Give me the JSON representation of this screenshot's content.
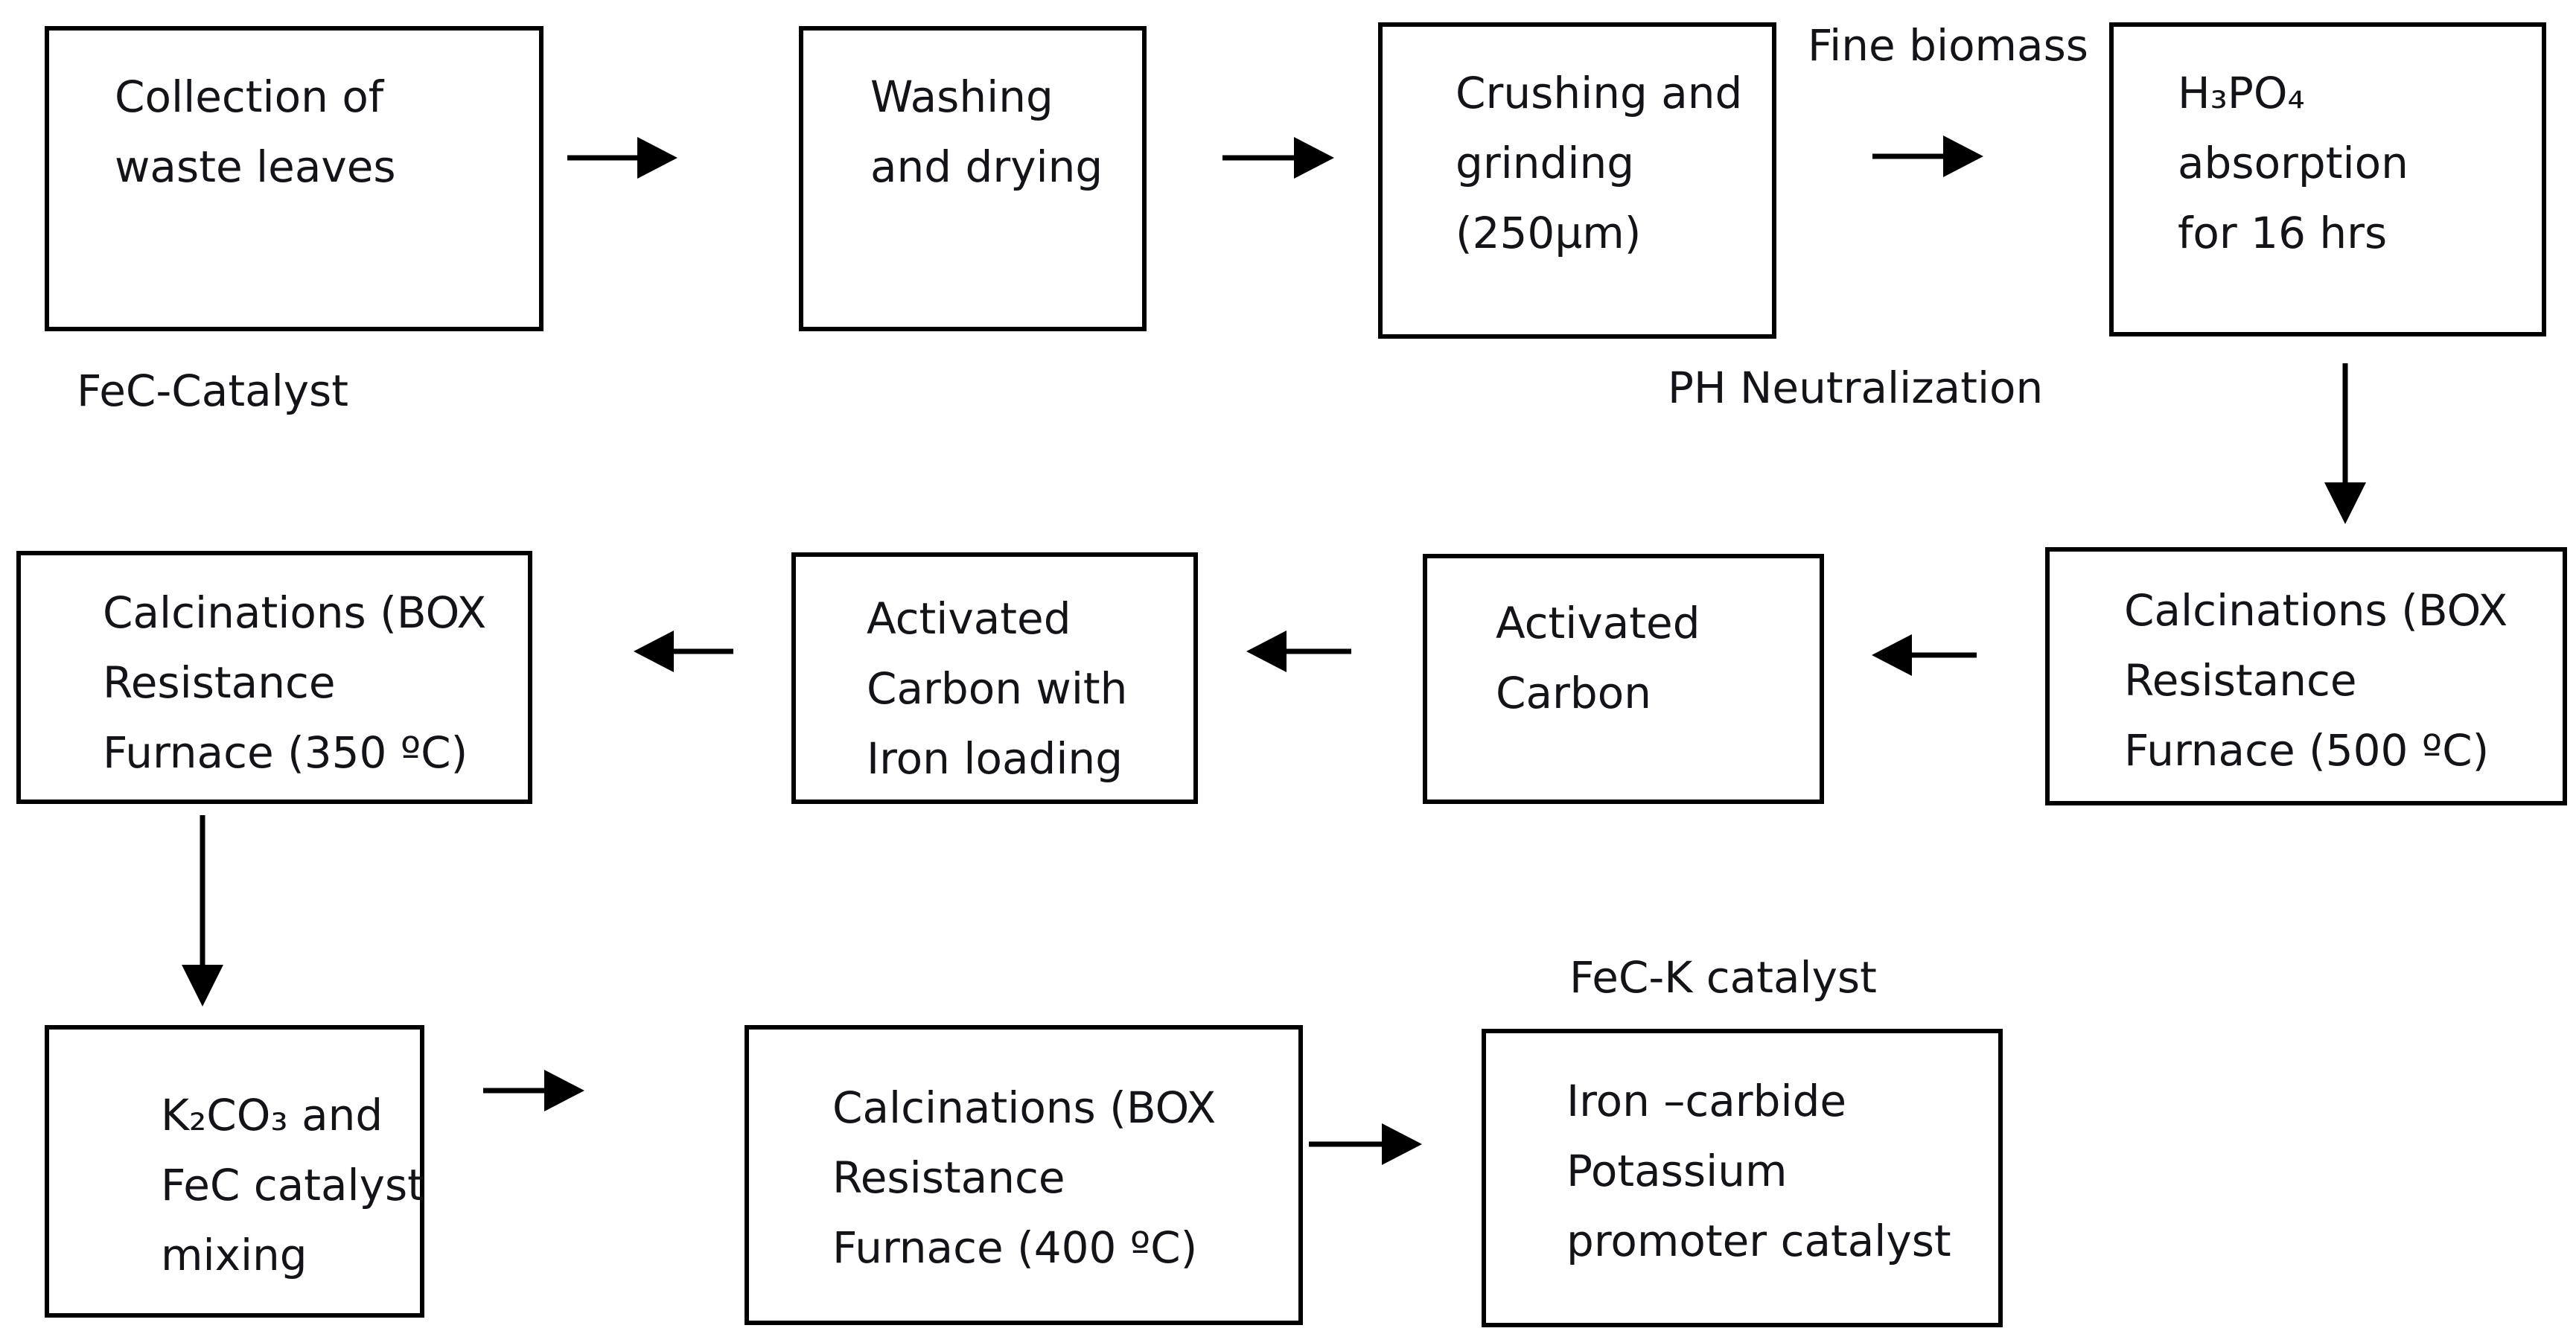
{
  "diagram": {
    "background_color": "#ffffff",
    "line_color": "#000000",
    "text_color": "#141418",
    "boxes": [
      {
        "name": "collection-of-waste-leaves",
        "text": "Collection of\nwaste leaves"
      },
      {
        "name": "washing-and-drying",
        "text": "Washing\nand drying"
      },
      {
        "name": "crushing-and-grinding",
        "text": "Crushing and\ngrinding\n(250µm)"
      },
      {
        "name": "h3po4-absorption",
        "text": "H₃PO₄\nabsorption\nfor 16 hrs"
      },
      {
        "name": "calcination-500",
        "text": "Calcinations (BOX\nResistance\nFurnace (500 ºC)"
      },
      {
        "name": "activated-carbon",
        "text": "Activated\nCarbon"
      },
      {
        "name": "activated-carbon-with-iron-loading",
        "text": "Activated\nCarbon with\nIron loading"
      },
      {
        "name": "calcination-350",
        "text": "Calcinations (BOX\nResistance\nFurnace (350 ºC)"
      },
      {
        "name": "k2co3-fec-mixing",
        "text": "K₂CO₃ and\nFeC catalyst\nmixing"
      },
      {
        "name": "calcination-400",
        "text": "Calcinations (BOX\nResistance\nFurnace (400 ºC)"
      },
      {
        "name": "iron-carbide-potassium-promoter-catalyst",
        "text": "Iron –carbide\nPotassium\npromoter catalyst"
      }
    ],
    "labels": {
      "fine_biomass": "Fine biomass",
      "fec_catalyst": "FeC-Catalyst",
      "ph_neutralization": "PH Neutralization",
      "fec_k_catalyst": "FeC-K catalyst"
    }
  }
}
